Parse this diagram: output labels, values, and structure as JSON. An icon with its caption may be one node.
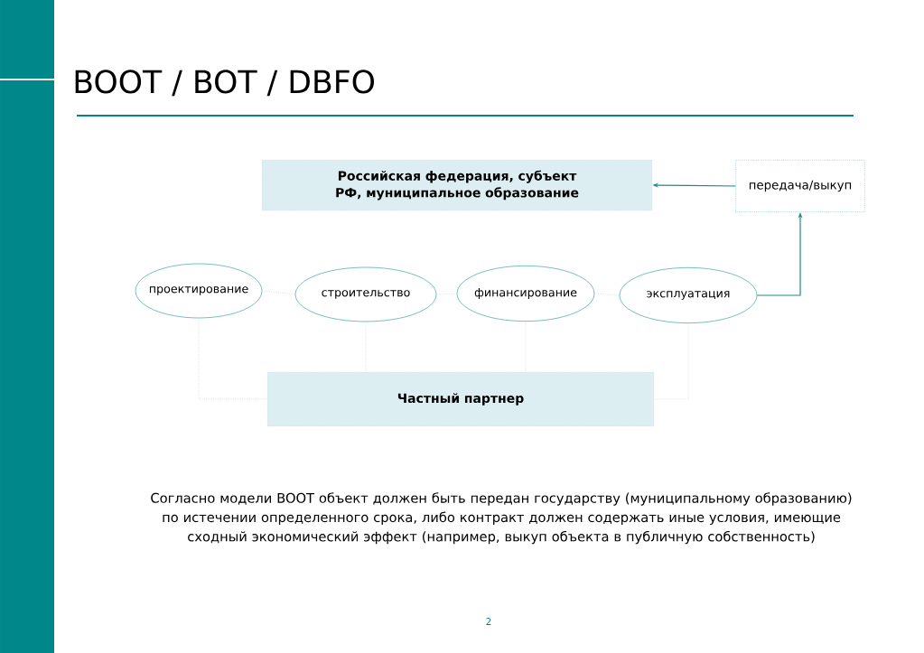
{
  "diagram": {
    "title": "BOOT / BOT / DBFO",
    "nodes": [
      {
        "text": [
          "Российская федерация, субъект РФ, муниципальное образование"
        ]
      },
      {
        "text": [
          "передача/выкуп"
        ]
      },
      {
        "text": [
          "проектирование"
        ]
      },
      {
        "text": [
          "строительство"
        ]
      },
      {
        "text": [
          "финансирование"
        ]
      },
      {
        "text": [
          "эксплуатация"
        ]
      },
      {
        "text": [
          "Частный партнер"
        ]
      }
    ],
    "edges": [
      {
        "from": 1,
        "to": 0,
        "arrow": "to",
        "color": "#1f8a8a"
      },
      {
        "from": 5,
        "to": 1,
        "arrow": "to",
        "color": "#1f8a8a"
      },
      {
        "from": 2,
        "to": 3,
        "arrow": "none",
        "style": "dashed"
      },
      {
        "from": 3,
        "to": 4,
        "arrow": "none",
        "style": "dashed"
      },
      {
        "from": 4,
        "to": 5,
        "arrow": "none",
        "style": "dashed"
      },
      {
        "from": 2,
        "to": 6,
        "arrow": "none",
        "style": "dashed"
      },
      {
        "from": 3,
        "to": 6,
        "arrow": "none",
        "style": "dashed"
      },
      {
        "from": 4,
        "to": 6,
        "arrow": "none",
        "style": "dashed"
      },
      {
        "from": 5,
        "to": 6,
        "arrow": "none",
        "style": "dashed"
      }
    ],
    "labels": [
      "Согласно модели BOOT объект должен быть передан государству (муниципальному образованию) по истечении определенного срока, либо контракт должен содержать иные условия, имеющие сходный экономический эффект (например, выкуп объекта в публичную собственность)",
      "2"
    ]
  }
}
